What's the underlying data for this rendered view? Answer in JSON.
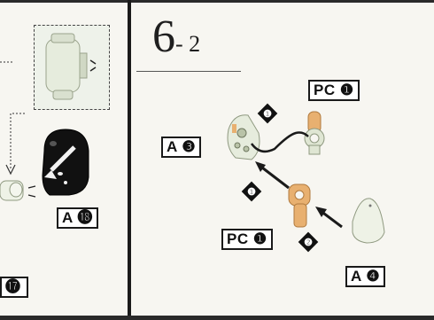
{
  "left_panel": {
    "labels": {
      "part_a18": "A ⓲",
      "step17": "⓱"
    }
  },
  "right_panel": {
    "step": {
      "main": "6",
      "sub": "- 2"
    },
    "labels": {
      "pc1_top": "PC ❶",
      "a3": "A ❸",
      "pc1_bottom": "PC ❶",
      "a4": "A ❹"
    },
    "order_marks": [
      "❶",
      "❶",
      "❷"
    ]
  },
  "colors": {
    "part_light": "#e6ecdd",
    "part_shade": "#b9c3a8",
    "part_orange": "#e8b070",
    "ink": "#1a1a1a"
  }
}
